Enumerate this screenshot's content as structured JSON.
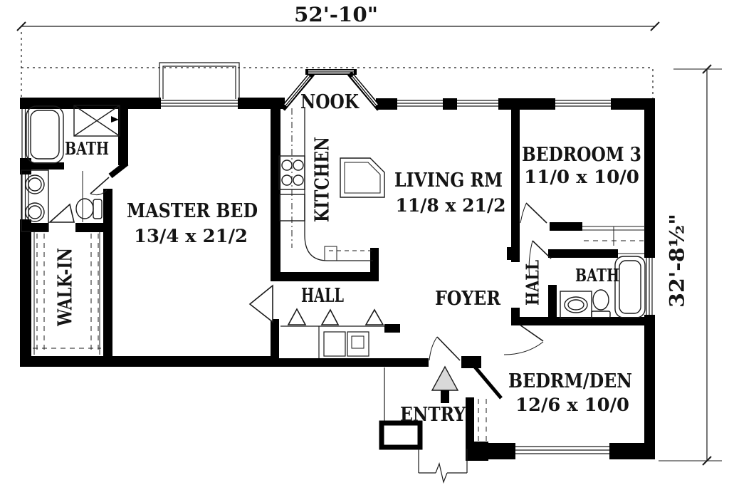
{
  "plan": {
    "type": "single-story house floor plan",
    "dimensions": {
      "width": "52'-10\"",
      "height": "32'-8½\""
    },
    "rooms": {
      "nook": {
        "label": "NOOK"
      },
      "master_bath": {
        "label": "BATH"
      },
      "master_bed": {
        "label": "MASTER BED",
        "size": "13/4 x 21/2"
      },
      "kitchen": {
        "label": "KITCHEN"
      },
      "living": {
        "label": "LIVING RM",
        "size": "11/8 x 21/2"
      },
      "bedroom3": {
        "label": "BEDROOM 3",
        "size": "11/0 x 10/0"
      },
      "walk_in": {
        "label": "WALK-IN"
      },
      "hall": {
        "label": "HALL"
      },
      "foyer": {
        "label": "FOYER"
      },
      "hall2": {
        "label": "HALL"
      },
      "bath2": {
        "label": "BATH"
      },
      "bedrm_den": {
        "label": "BEDRM/DEN",
        "size": "12/6 x 10/0"
      },
      "entry": {
        "label": "ENTRY"
      }
    },
    "colors": {
      "wall": "#000000",
      "line": "#1a1a1a",
      "background": "#ffffff"
    }
  }
}
